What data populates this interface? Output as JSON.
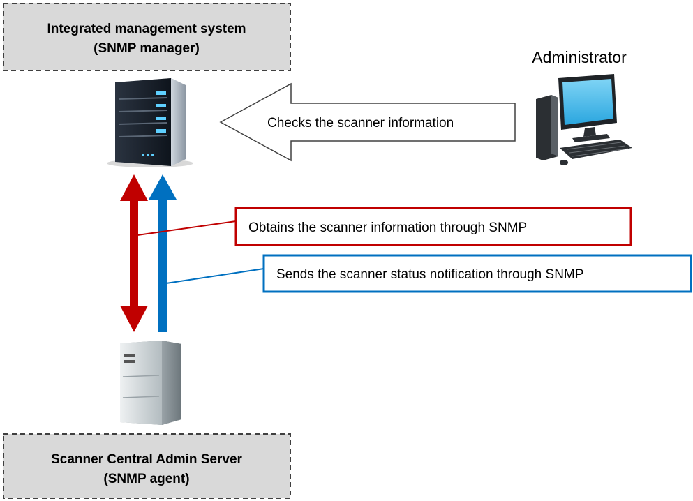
{
  "manager_box": {
    "line1": "Integrated management system",
    "line2": "(SNMP manager)"
  },
  "agent_box": {
    "line1": "Scanner Central Admin Server",
    "line2": "(SNMP agent)"
  },
  "administrator": {
    "label": "Administrator"
  },
  "flows": {
    "check_label": "Checks the scanner information",
    "obtain_label": "Obtains the scanner information through SNMP",
    "notify_label": "Sends the scanner status notification through SNMP"
  },
  "colors": {
    "obtain": "#c00000",
    "notify": "#0070c0",
    "box_fill": "#d9d9d9",
    "box_border": "#404040"
  },
  "icons": {
    "manager": "rack-server-icon",
    "agent": "tower-server-icon",
    "admin": "desktop-computer-icon"
  }
}
